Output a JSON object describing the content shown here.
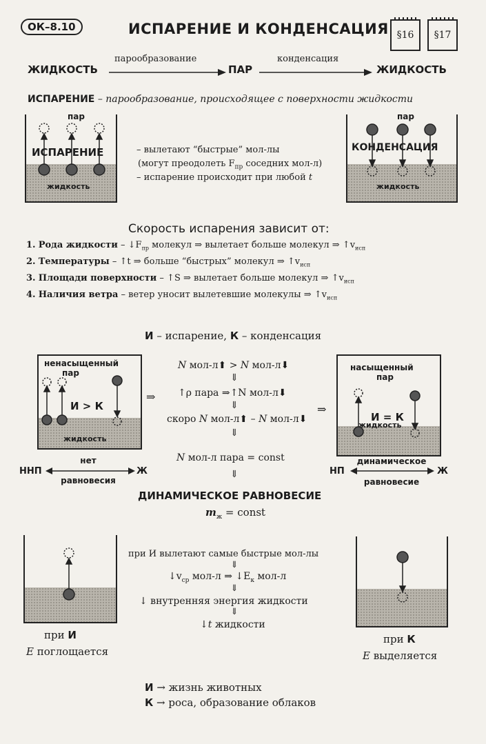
{
  "header": {
    "code": "ОК–8.10",
    "title": "ИСПАРЕНИЕ И КОНДЕНСАЦИЯ",
    "paragraphs": [
      "§16",
      "§17"
    ]
  },
  "transition": {
    "liquid_left": "ЖИДКОСТЬ",
    "arrow1": "парообразование",
    "vapor": "ПАР",
    "arrow2": "конденсация",
    "liquid_right": "ЖИДКОСТЬ"
  },
  "definition": {
    "term": "ИСПАРЕНИЕ",
    "text": " – парообразование, происходящее с поверхности жидкости"
  },
  "evap_vessel": {
    "vapor": "пар",
    "process": "ИСПАРЕНИЕ",
    "liquid": "жидкость"
  },
  "cond_vessel": {
    "vapor": "пар",
    "process": "КОНДЕНСАЦИЯ",
    "liquid": "жидкость"
  },
  "evap_notes": [
    "– вылетают “быстрые” мол-лы",
    "(могут преодолеть F",
    "пр",
    " соседних мол-л)",
    "– испарение происходит при любой ",
    "t"
  ],
  "rate": {
    "heading": "Скорость испарения зависит от:",
    "items": [
      {
        "num": "1.",
        "label": "Рода жидкости",
        "text": " – ↓F",
        "sub": "пр",
        "rest": " молекул ⇒ вылетает больше молекул ⇒ ↑v",
        "sub2": "исп"
      },
      {
        "num": "2.",
        "label": "Температуры",
        "text": " – ↑t ⇒ больше “быстрых” молекул ⇒ ↑v",
        "sub": "исп"
      },
      {
        "num": "3.",
        "label": "Площади поверхности",
        "text": " – ↑S ⇒ вылетает больше молекул ⇒ ↑v",
        "sub": "исп"
      },
      {
        "num": "4.",
        "label": "Наличия ветра",
        "text": " – ветер уносит вылетевшие молекулы ⇒ ↑v",
        "sub": "исп"
      }
    ]
  },
  "legend": {
    "i": "И",
    "i_text": " – испарение, ",
    "k": "К",
    "k_text": " – конденсация"
  },
  "unsat": {
    "title1": "ненасыщенный",
    "title2": "пар",
    "relation": "И > К",
    "liquid": "жидкость",
    "left": "ННП",
    "arrow_top": "нет",
    "arrow_bottom": "равновесия",
    "right": "Ж"
  },
  "sat": {
    "title1": "насыщенный",
    "title2": "пар",
    "relation": "И = К",
    "liquid": "жидкость",
    "left": "НП",
    "arrow_top": "динамическое",
    "arrow_bottom": "равновесие",
    "right": "Ж"
  },
  "center_chain": {
    "line1a": "N",
    "line1b": " мол-л",
    "line1c": " > ",
    "line1d": "N",
    "line1e": " мол-л",
    "down": "⇓",
    "line2": "↑ρ пара ⇒↑N мол-л",
    "line3a": "скоро ",
    "line3b": "N",
    "line3c": " мол-л",
    "line3d": " – ",
    "line3e": "N",
    "line3f": " мол-л",
    "line4a": "N",
    "line4b": " мол-л пара = const",
    "line5": "ДИНАМИЧЕСКОЕ РАВНОВЕСИЕ",
    "line6a": "m",
    "line6sub": "ж",
    "line6b": " = const",
    "arrow": "⇒"
  },
  "energy": {
    "line1": "при И вылетают самые быстрые мол-лы",
    "line2a": "↓v",
    "line2sub": "ср",
    "line2b": " мол-л ⇒ ↓E",
    "line2sub2": "к",
    "line2c": " мол-л",
    "line3": "↓ внутренняя энергия жидкости",
    "line4a": "↓",
    "line4b": "t",
    "line4c": " жидкости",
    "down": "⇓",
    "left_caption1a": "при ",
    "left_caption1b": "И",
    "left_caption2a": "E",
    "left_caption2b": " поглощается",
    "right_caption1a": "при ",
    "right_caption1b": "К",
    "right_caption2a": "E",
    "right_caption2b": " выделяется"
  },
  "footer": {
    "l1a": "И",
    "l1b": " → жизнь животных",
    "l2a": "К",
    "l2b": " → роса, образование облаков"
  }
}
